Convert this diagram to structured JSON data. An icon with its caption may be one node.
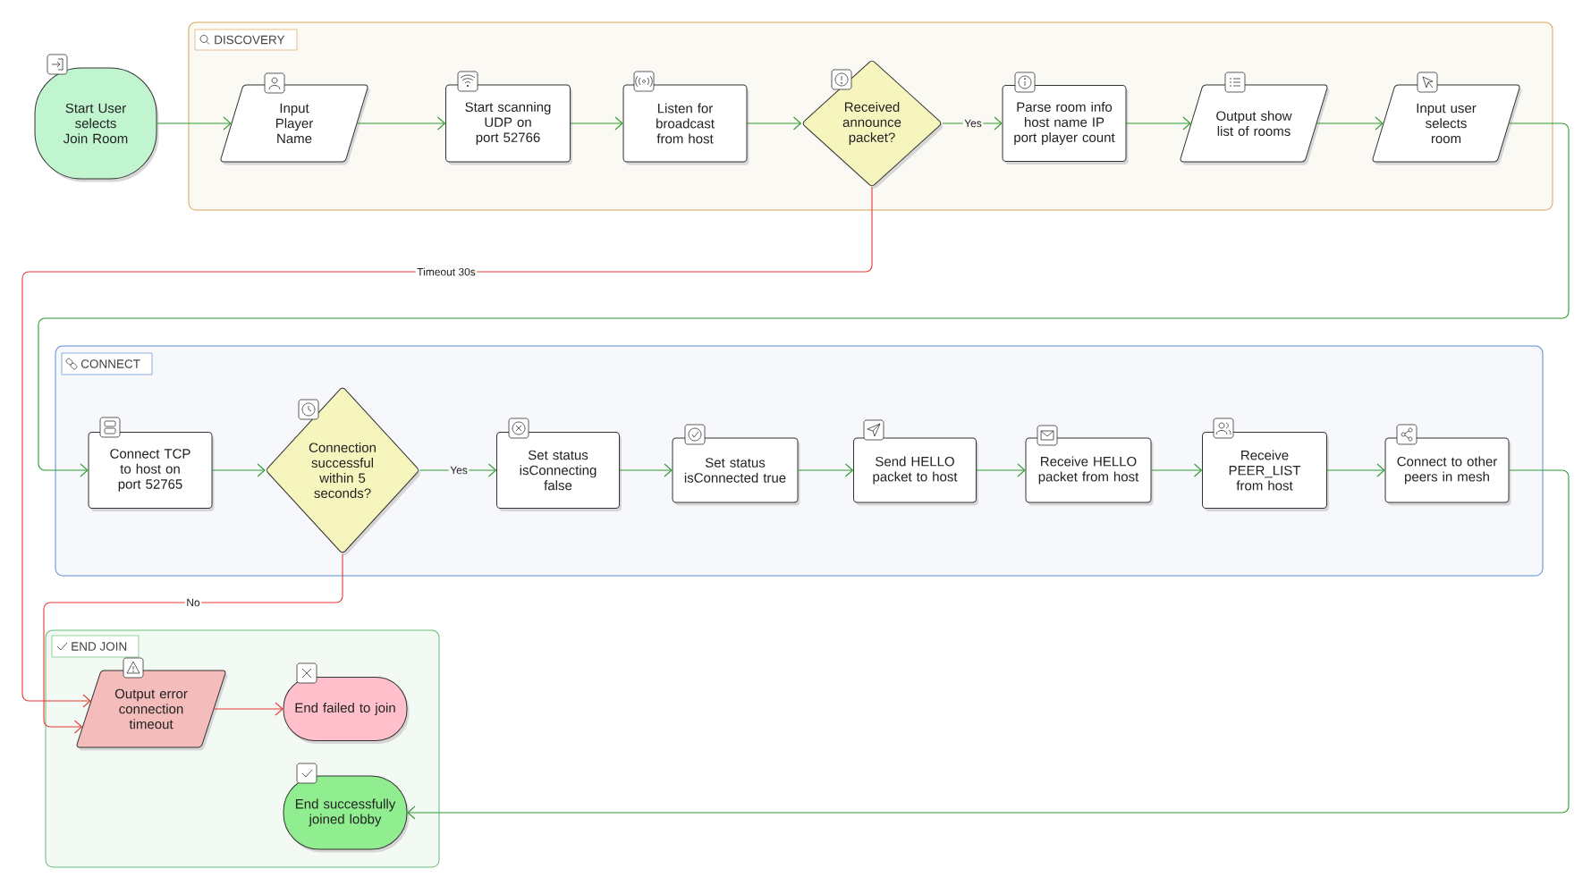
{
  "diagram": {
    "nodes": [
      {
        "text": [
          "DISCOVERY"
        ]
      },
      {
        "text": [
          "Start User selects Join Room"
        ]
      },
      {
        "text": [
          "Input Player Name"
        ],
        "in": 0
      },
      {
        "text": [
          "Start scanning UDP on port 52766"
        ],
        "in": 0
      },
      {
        "text": [
          "Listen for broadcast from host"
        ],
        "in": 0
      },
      {
        "text": [
          "Received announce packet?"
        ],
        "in": 0
      },
      {
        "text": [
          "Parse room info host name IP port player count"
        ],
        "in": 0
      },
      {
        "text": [
          "Output show list of rooms"
        ],
        "in": 0
      },
      {
        "text": [
          "Input user selects room"
        ],
        "in": 0
      },
      {
        "text": [
          "CONNECT"
        ]
      },
      {
        "text": [
          "Connect TCP to host on port 52765"
        ],
        "in": 9
      },
      {
        "text": [
          "Connection successful within 5 seconds?"
        ],
        "in": 9
      },
      {
        "text": [
          "Set status isConnecting false"
        ],
        "in": 9
      },
      {
        "text": [
          "Set status isConnected true"
        ],
        "in": 9
      },
      {
        "text": [
          "Send HELLO packet to host"
        ],
        "in": 9
      },
      {
        "text": [
          "Receive HELLO packet from host"
        ],
        "in": 9
      },
      {
        "text": [
          "Receive PEER_LIST from host"
        ],
        "in": 9
      },
      {
        "text": [
          "Connect to other peers in mesh"
        ],
        "in": 9
      },
      {
        "text": [
          "END JOIN"
        ]
      },
      {
        "text": [
          "Output error connection timeout"
        ],
        "in": 18
      },
      {
        "text": [
          "End failed to join"
        ],
        "in": 18
      },
      {
        "text": [
          "End successfully joined lobby"
        ],
        "in": 18
      }
    ],
    "edges": [
      {
        "from": 1,
        "to": 2,
        "arrow": "to"
      },
      {
        "from": 2,
        "to": 3,
        "arrow": "to"
      },
      {
        "from": 3,
        "to": 4,
        "arrow": "to"
      },
      {
        "from": 4,
        "to": 5,
        "arrow": "to"
      },
      {
        "from": 5,
        "to": 6,
        "arrow": "to",
        "label": "Yes"
      },
      {
        "from": 6,
        "to": 7,
        "arrow": "to"
      },
      {
        "from": 7,
        "to": 8,
        "arrow": "to"
      },
      {
        "from": 8,
        "to": 10,
        "arrow": "to"
      },
      {
        "from": 5,
        "to": 19,
        "arrow": "to",
        "label": "Timeout 30s",
        "color": "#e53935"
      },
      {
        "from": 10,
        "to": 11,
        "arrow": "to"
      },
      {
        "from": 11,
        "to": 12,
        "arrow": "to",
        "label": "Yes"
      },
      {
        "from": 12,
        "to": 13,
        "arrow": "to"
      },
      {
        "from": 13,
        "to": 14,
        "arrow": "to"
      },
      {
        "from": 14,
        "to": 15,
        "arrow": "to"
      },
      {
        "from": 15,
        "to": 16,
        "arrow": "to"
      },
      {
        "from": 16,
        "to": 17,
        "arrow": "to"
      },
      {
        "from": 11,
        "to": 19,
        "arrow": "to",
        "label": "No",
        "color": "#e53935"
      },
      {
        "from": 17,
        "to": 21,
        "arrow": "to"
      },
      {
        "from": 19,
        "to": 20,
        "arrow": "to",
        "color": "#e53935"
      }
    ]
  }
}
